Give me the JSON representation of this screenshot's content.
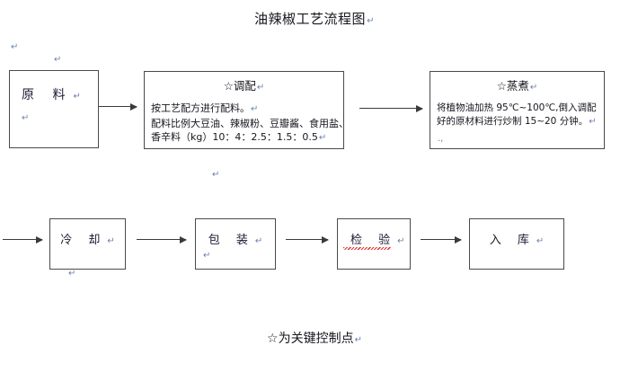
{
  "document": {
    "title": "油辣椒工艺流程图",
    "pilcrow": "↵",
    "footer_note": "☆为关键控制点"
  },
  "flow": {
    "row1": [
      {
        "id": "raw-material",
        "label": "原  料",
        "head": "",
        "body": []
      },
      {
        "id": "blending",
        "label": "",
        "head": "☆调配",
        "body": [
          "按工艺配方进行配料。",
          "配料比例大豆油、辣椒粉、豆瓣酱、食用盐、",
          "香辛料（kg）10：4：2.5：1.5：0.5"
        ]
      },
      {
        "id": "cooking",
        "label": "",
        "head": "☆蒸煮",
        "body": [
          "将植物油加热 95℃~100℃,倒入调配",
          "好的原材料进行炒制 15~20 分钟。"
        ]
      }
    ],
    "row2": [
      {
        "id": "cooling",
        "label": "冷 却"
      },
      {
        "id": "packaging",
        "label": "包 装"
      },
      {
        "id": "inspection",
        "label": "检 验"
      },
      {
        "id": "warehouse",
        "label": "入 库"
      }
    ]
  },
  "style": {
    "box_border_color": "#4a4a4a",
    "arrow_color": "#3a3a3a",
    "text_color": "#16161e",
    "mark_color": "#6a7fae",
    "spellcheck_color": "#e03030",
    "background": "#ffffff"
  }
}
